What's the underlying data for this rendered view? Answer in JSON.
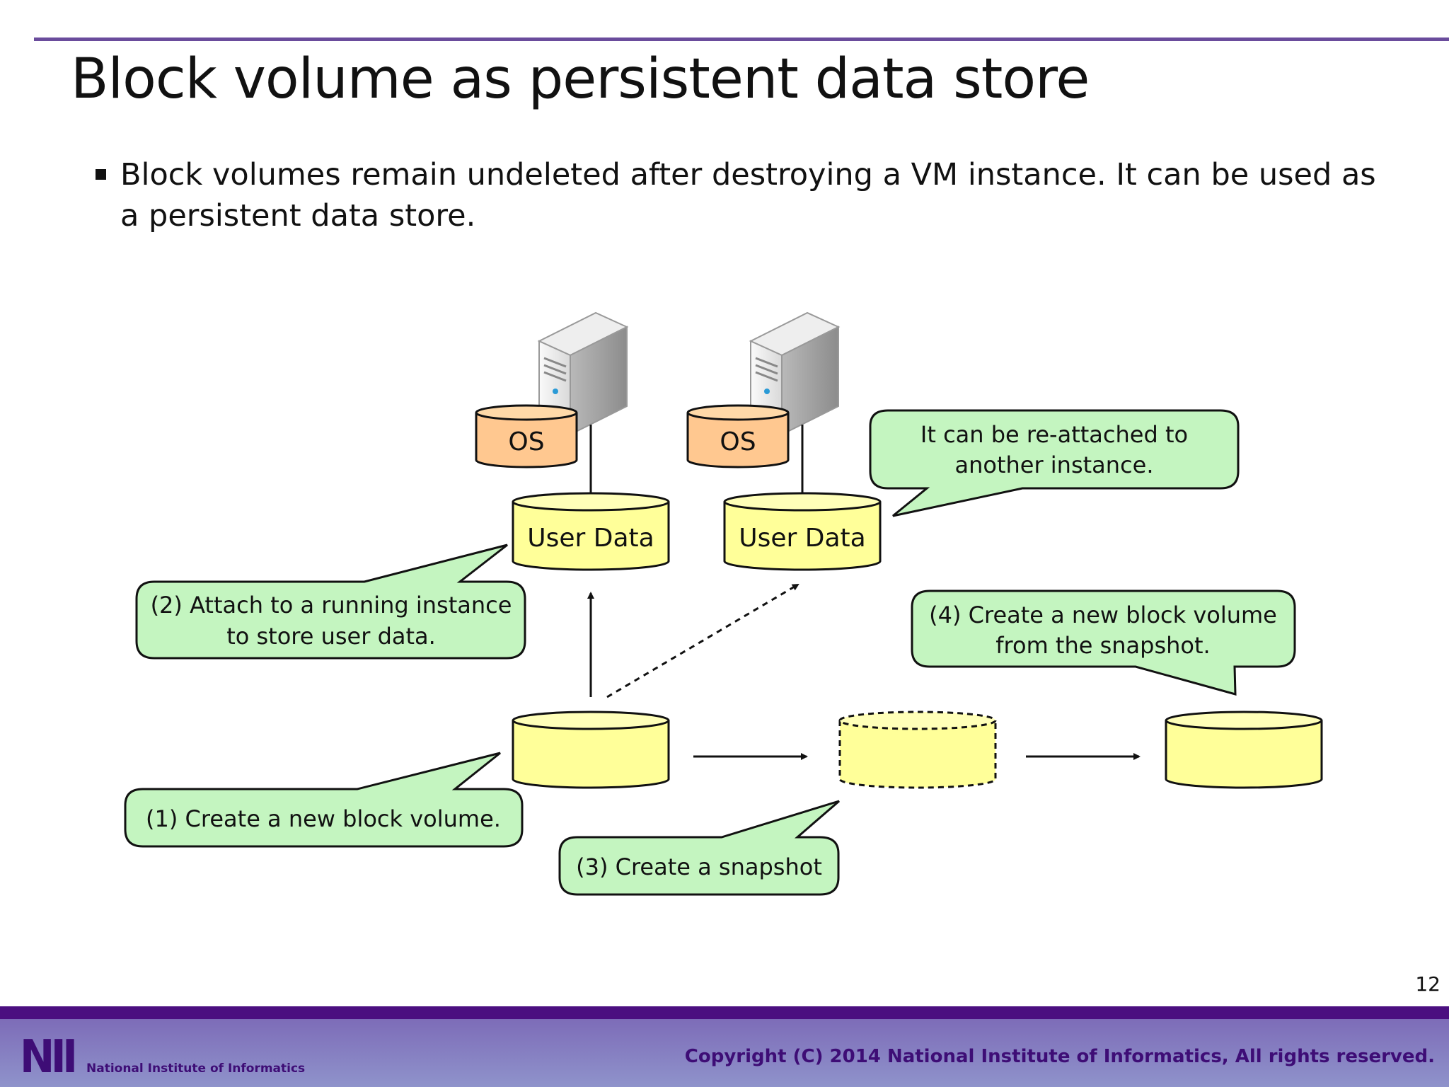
{
  "slide": {
    "title": "Block volume as persistent data store",
    "bullet": "Block volumes remain undeleted after destroying a VM instance. It can be used as a persistent data store.",
    "page_number": "12"
  },
  "diagram": {
    "os_label_1": "OS",
    "os_label_2": "OS",
    "user_data_label_1": "User Data",
    "user_data_label_2": "User Data",
    "bubble_reattach": [
      "It can be re-attached to",
      "another instance."
    ],
    "bubble_attach": [
      "(2) Attach to a running instance",
      "to store user data."
    ],
    "bubble_create_volume": "(1) Create a new block volume.",
    "bubble_snapshot": "(3) Create a snapshot",
    "bubble_new_from_snapshot": [
      "(4) Create a new block volume",
      "from the snapshot."
    ]
  },
  "footer": {
    "logo_mark": "NII",
    "logo_text": "National Institute of Informatics",
    "copyright": "Copyright (C) 2014 National Institute of Informatics, All rights reserved."
  },
  "colors": {
    "accent_rule": "#6a4c9c",
    "footer_dark": "#4b0f80",
    "volume_fill": "#ffff99",
    "os_fill": "#ffc890",
    "bubble_fill": "#c4f5c0"
  }
}
